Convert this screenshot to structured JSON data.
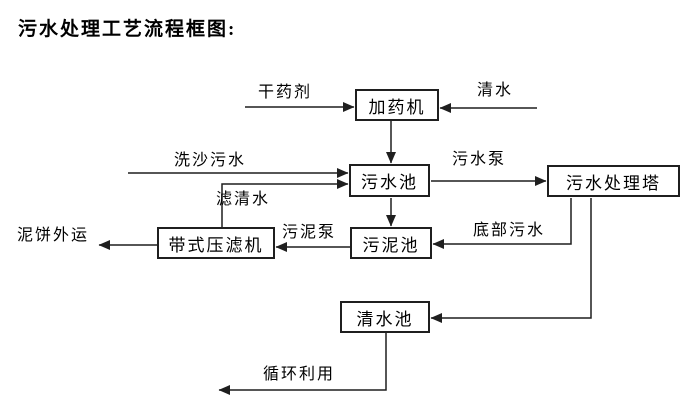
{
  "page": {
    "title": "污水处理工艺流程框图:"
  },
  "diagram": {
    "type": "flowchart",
    "colors": {
      "line": "#1f1f1f",
      "box_border": "#1f1f1f",
      "box_fill": "#ffffff",
      "text": "#000000",
      "background": "#ffffff"
    },
    "nodes": [
      {
        "id": "dosing-machine",
        "label": "加药机"
      },
      {
        "id": "sewage-pool",
        "label": "污水池"
      },
      {
        "id": "treatment-tower",
        "label": "污水处理塔"
      },
      {
        "id": "sludge-pool",
        "label": "污泥池"
      },
      {
        "id": "belt-filter-press",
        "label": "带式压滤机"
      },
      {
        "id": "clean-water-pool",
        "label": "清水池"
      }
    ],
    "edges": [
      {
        "id": "dry-agent-in",
        "from": "external",
        "to": "加药机",
        "label": "干药剂"
      },
      {
        "id": "clean-water-in",
        "from": "external",
        "to": "加药机",
        "label": "清水"
      },
      {
        "id": "dosing-to-sewage",
        "from": "加药机",
        "to": "污水池",
        "label": ""
      },
      {
        "id": "sand-wash-in",
        "from": "external",
        "to": "污水池",
        "label": "洗沙污水"
      },
      {
        "id": "filtered-water-return",
        "from": "带式压滤机",
        "to": "污水池",
        "label": "滤清水"
      },
      {
        "id": "sewage-pump",
        "from": "污水池",
        "to": "污水处理塔",
        "label": "污水泵"
      },
      {
        "id": "sewage-to-sludge",
        "from": "污水池",
        "to": "污泥池",
        "label": ""
      },
      {
        "id": "bottom-sewage",
        "from": "污水处理塔",
        "to": "污泥池",
        "label": "底部污水"
      },
      {
        "id": "sludge-pump",
        "from": "污泥池",
        "to": "带式压滤机",
        "label": "污泥泵"
      },
      {
        "id": "mud-cake-out",
        "from": "带式压滤机",
        "to": "external",
        "label": "泥饼外运"
      },
      {
        "id": "tower-to-clean",
        "from": "污水处理塔",
        "to": "清水池",
        "label": ""
      },
      {
        "id": "recycle-out",
        "from": "清水池",
        "to": "external",
        "label": "循环利用"
      }
    ]
  }
}
